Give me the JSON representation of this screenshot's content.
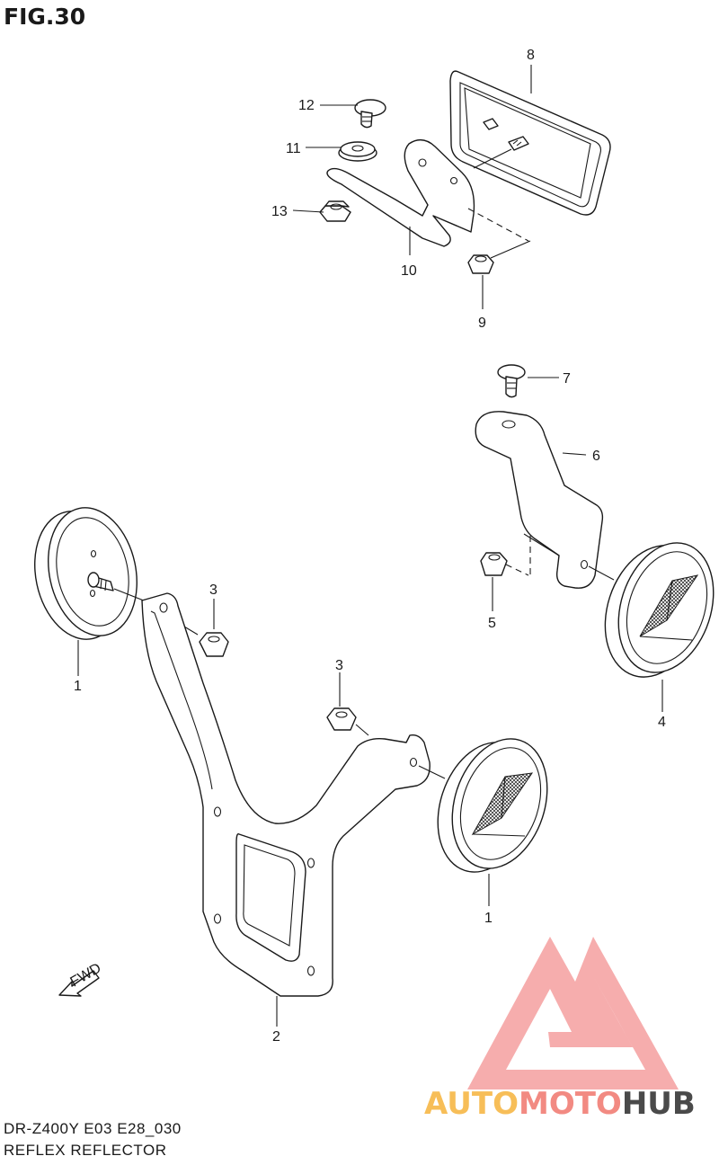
{
  "figure": {
    "title": "FIG.30",
    "model_code": "DR-Z400Y E03 E28_030",
    "section_name": "REFLEX REFLECTOR",
    "fwd_label": "FWD"
  },
  "callouts": [
    "12",
    "11",
    "13",
    "10",
    "9",
    "8",
    "7",
    "6",
    "5",
    "4",
    "3",
    "3",
    "1",
    "1",
    "2"
  ],
  "watermark": {
    "part1": "AUTO",
    "part2": "MOTO",
    "part3": "HUB",
    "colors": {
      "auto": "#f7be58",
      "moto": "#f28a82",
      "hub": "#4a4a4a",
      "logo": "#f06b6b"
    }
  }
}
